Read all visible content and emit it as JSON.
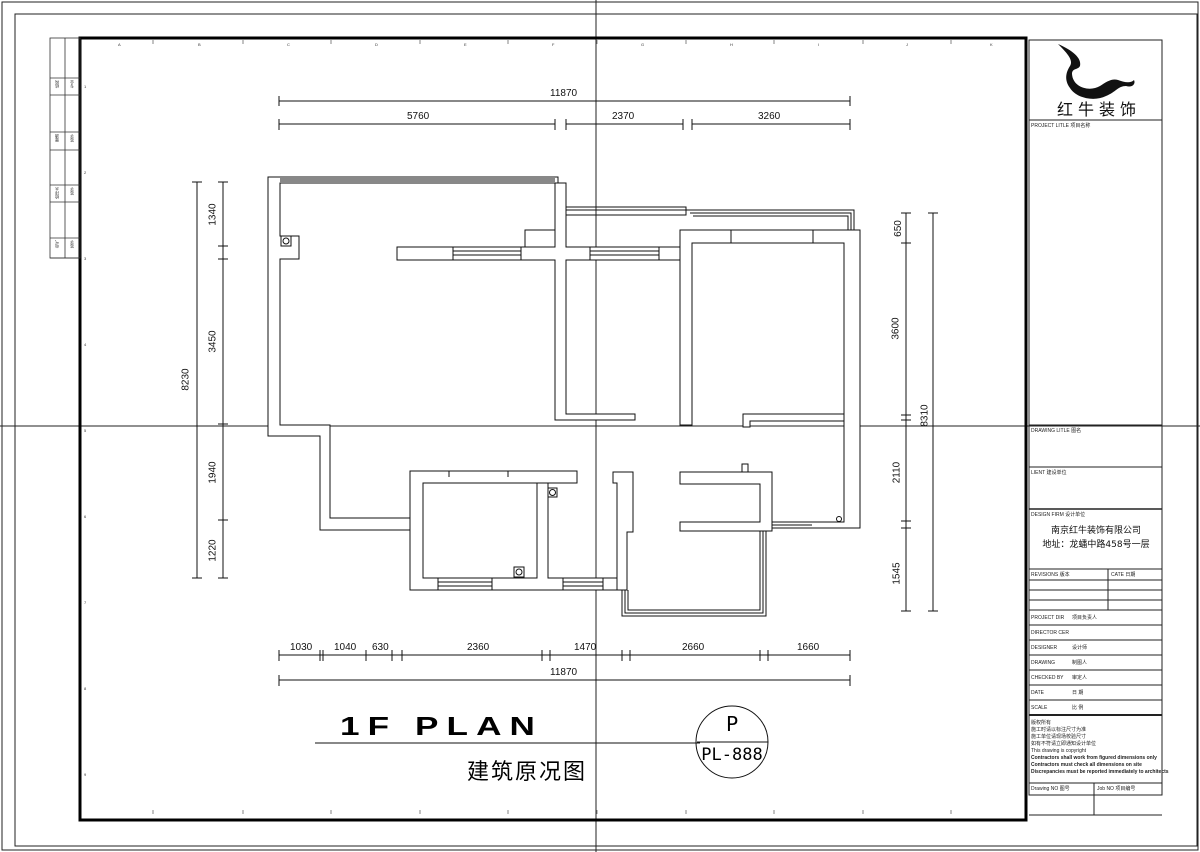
{
  "drawing": {
    "title": "1F PLAN",
    "subtitle": "建筑原况图",
    "sheet_symbol": {
      "letter": "P",
      "number": "PL-888"
    }
  },
  "dimensions": {
    "top_total": "11870",
    "top_segments": [
      "5760",
      "2370",
      "3260"
    ],
    "bottom_segments": [
      "1030",
      "1040",
      "630",
      "2360",
      "1470",
      "2660",
      "1660"
    ],
    "bottom_total": "11870",
    "left_total": "8230",
    "left_segments": [
      "1340",
      "3450",
      "1940",
      "1220"
    ],
    "right_total": "8310",
    "right_segments": [
      "650",
      "3600",
      "2110",
      "1545"
    ]
  },
  "grid": {
    "columns": [
      "A",
      "B",
      "C",
      "D",
      "E",
      "F",
      "G",
      "H",
      "I",
      "J",
      "K"
    ],
    "rows": [
      "1",
      "2",
      "3",
      "4",
      "5",
      "6",
      "7",
      "8",
      "9"
    ]
  },
  "side_strip": {
    "cells": [
      "结构",
      "给排水",
      "电气",
      "暖通"
    ],
    "sub_cells": [
      "专业",
      "签字",
      "签字",
      "签字"
    ]
  },
  "title_block": {
    "company_logo_text": "红牛装饰",
    "project_title_label": "PROJECT LITLE  项目名称",
    "drawing_title_label": "DRAWING LITLE  图名",
    "client_label": "LIENT  建设单位",
    "design_firm_label": "DESIGN FIRM  设计单位",
    "firm_name": "南京红牛装饰有限公司",
    "firm_address": "地址：龙蟠中路458号一层",
    "revisions_label": "REVISIONS  版本",
    "date_col_label": "CATE  日期",
    "project_dir_label": "PROJECT DIR",
    "project_dir_cn": "项目负责人",
    "director_label": "DIRECTOR CER",
    "designer_label": "DESIGNER",
    "designer_cn": "设计师",
    "drawing_label": "DRAWING",
    "drawing_cn": "制图人",
    "checked_label": "CHECKED BY",
    "checked_cn": "审定人",
    "date_label": "DATE",
    "date_cn": "日 期",
    "scale_label": "SCALE",
    "scale_cn": "比 例",
    "notes": [
      "版权所有",
      "施工时请以标注尺寸为准",
      "施工单位请现场校验尺寸",
      "如有不符请立即通知设计单位",
      "This drawing is copyright",
      "Contractors shall work from figured dimensions only",
      "Contractors must check all dimensions on site",
      "Discrepancies must be reported immediately to architects"
    ],
    "drawing_no_label": "Drawing NO  图号",
    "job_no_label": "Job NO  项目编号"
  },
  "colors": {
    "line": "#111111",
    "background": "#ffffff"
  }
}
